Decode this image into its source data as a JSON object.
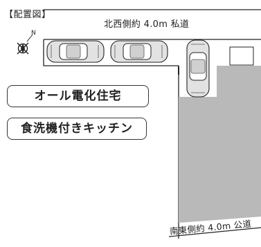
{
  "plan": {
    "title": "【配置図】",
    "north_road_label": "北西側約 4.0m 私道",
    "south_road_label": "南東側約 4.0m 公道",
    "compass_label": "N"
  },
  "badges": {
    "all_electric": "オール電化住宅",
    "dishwasher_kitchen": "食洗機付きキッチン"
  },
  "parking": {
    "car_count": 3
  },
  "colors": {
    "building_fill": "#b9b9b9",
    "line": "#222222",
    "car_fill": "#e2e2e2",
    "badge_border": "#333333"
  }
}
